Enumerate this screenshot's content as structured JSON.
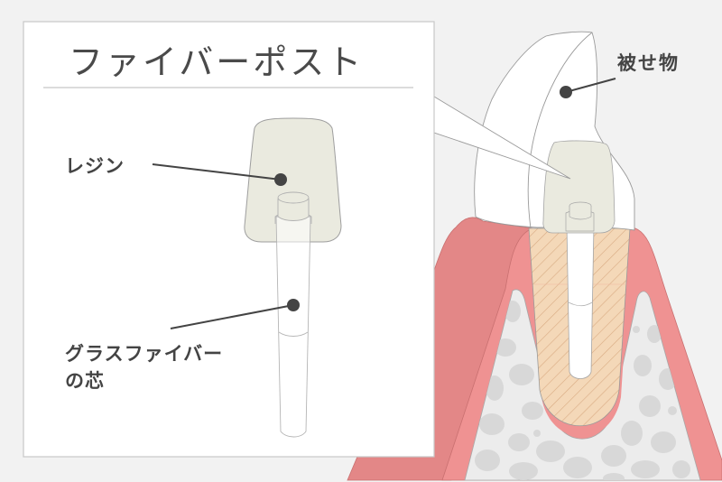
{
  "title": "ファイバーポスト",
  "labels": {
    "resin": "レジン",
    "fiber_core_line1": "グラスファイバー",
    "fiber_core_line2": "の芯",
    "crown": "被せ物"
  },
  "colors": {
    "background": "#f2f2f2",
    "panel": "#ffffff",
    "panel_border": "#c8c8c8",
    "text": "#444444",
    "resin": "#eaeadf",
    "gum_side": "#e38787",
    "gum_front": "#ef9292",
    "bone": "#ececec",
    "bone_blob": "#d8d8d8",
    "dentin": "#f4d8b8",
    "dentin_hatch": "#d9ab84",
    "outline": "#9a9a9a"
  }
}
